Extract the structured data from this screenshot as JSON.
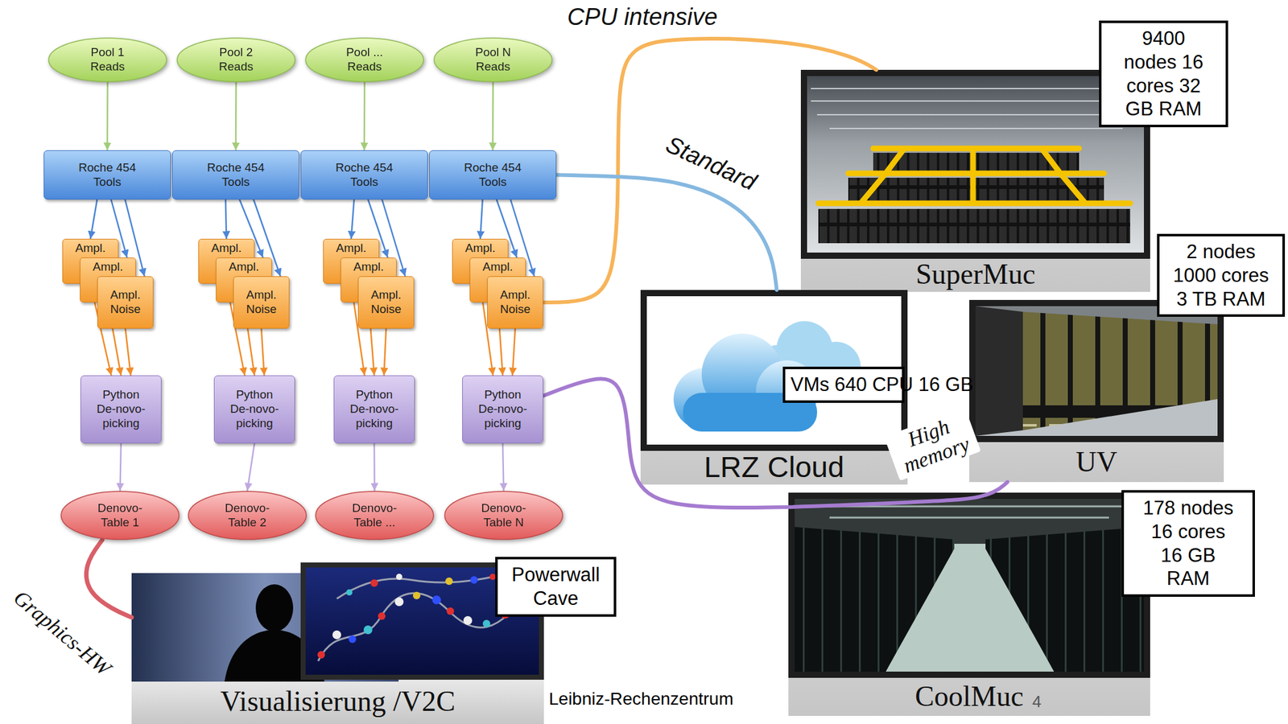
{
  "diagram": {
    "nodes": [
      {
        "text": [
          "Pool 1 Reads"
        ]
      },
      {
        "text": [
          "Pool 2 Reads"
        ]
      },
      {
        "text": [
          "Pool ... Reads"
        ]
      },
      {
        "text": [
          "Pool N Reads"
        ]
      },
      {
        "text": [
          "Roche 454 Tools"
        ]
      },
      {
        "text": [
          "Roche 454 Tools"
        ]
      },
      {
        "text": [
          "Roche 454 Tools"
        ]
      },
      {
        "text": [
          "Roche 454 Tools"
        ]
      },
      {
        "text": [
          "Ampl."
        ]
      },
      {
        "text": [
          "Ampl."
        ]
      },
      {
        "text": [
          "Ampl. Noise"
        ]
      },
      {
        "text": [
          "Ampl."
        ]
      },
      {
        "text": [
          "Ampl."
        ]
      },
      {
        "text": [
          "Ampl. Noise"
        ]
      },
      {
        "text": [
          "Ampl."
        ]
      },
      {
        "text": [
          "Ampl."
        ]
      },
      {
        "text": [
          "Ampl. Noise"
        ]
      },
      {
        "text": [
          "Ampl."
        ]
      },
      {
        "text": [
          "Ampl."
        ]
      },
      {
        "text": [
          "Ampl. Noise"
        ]
      },
      {
        "text": [
          "Python De-novo- picking"
        ]
      },
      {
        "text": [
          "Python De-novo- picking"
        ]
      },
      {
        "text": [
          "Python De-novo- picking"
        ]
      },
      {
        "text": [
          "Python De-novo- picking"
        ]
      },
      {
        "text": [
          "Denovo- Table 1"
        ]
      },
      {
        "text": [
          "Denovo- Table 2"
        ]
      },
      {
        "text": [
          "Denovo- Table ..."
        ]
      },
      {
        "text": [
          "Denovo- Table N"
        ]
      },
      {
        "text": [
          "SuperMuc"
        ]
      },
      {
        "text": [
          "9400 nodes 16 cores 32 GB RAM"
        ]
      },
      {
        "text": [
          "LRZ Cloud"
        ]
      },
      {
        "text": [
          "VMs 640 CPU 16 GB"
        ],
        "in": 30
      },
      {
        "text": [
          "UV"
        ]
      },
      {
        "text": [
          "2 nodes 1000 cores 3 TB RAM"
        ]
      },
      {
        "text": [
          "CoolMuc"
        ]
      },
      {
        "text": [
          "178 nodes 16 cores 16 GB RAM"
        ]
      },
      {
        "text": [
          "Visualisierung /V2C"
        ]
      },
      {
        "text": [
          "Powerwall Cave"
        ]
      }
    ],
    "edges": [
      {
        "from": 0,
        "to": 4,
        "arrow": "to"
      },
      {
        "from": 1,
        "to": 5,
        "arrow": "to"
      },
      {
        "from": 2,
        "to": 6,
        "arrow": "to"
      },
      {
        "from": 3,
        "to": 7,
        "arrow": "to"
      },
      {
        "from": 4,
        "to": 8,
        "arrow": "to"
      },
      {
        "from": 4,
        "to": 9,
        "arrow": "to"
      },
      {
        "from": 4,
        "to": 10,
        "arrow": "to"
      },
      {
        "from": 5,
        "to": 11,
        "arrow": "to"
      },
      {
        "from": 5,
        "to": 12,
        "arrow": "to"
      },
      {
        "from": 5,
        "to": 13,
        "arrow": "to"
      },
      {
        "from": 6,
        "to": 14,
        "arrow": "to"
      },
      {
        "from": 6,
        "to": 15,
        "arrow": "to"
      },
      {
        "from": 6,
        "to": 16,
        "arrow": "to"
      },
      {
        "from": 7,
        "to": 17,
        "arrow": "to"
      },
      {
        "from": 7,
        "to": 18,
        "arrow": "to"
      },
      {
        "from": 7,
        "to": 19,
        "arrow": "to"
      },
      {
        "from": 8,
        "to": 20,
        "arrow": "to"
      },
      {
        "from": 9,
        "to": 20,
        "arrow": "to"
      },
      {
        "from": 10,
        "to": 20,
        "arrow": "to"
      },
      {
        "from": 11,
        "to": 21,
        "arrow": "to"
      },
      {
        "from": 12,
        "to": 21,
        "arrow": "to"
      },
      {
        "from": 13,
        "to": 21,
        "arrow": "to"
      },
      {
        "from": 14,
        "to": 22,
        "arrow": "to"
      },
      {
        "from": 15,
        "to": 22,
        "arrow": "to"
      },
      {
        "from": 16,
        "to": 22,
        "arrow": "to"
      },
      {
        "from": 17,
        "to": 23,
        "arrow": "to"
      },
      {
        "from": 18,
        "to": 23,
        "arrow": "to"
      },
      {
        "from": 19,
        "to": 23,
        "arrow": "to"
      },
      {
        "from": 20,
        "to": 24,
        "arrow": "to"
      },
      {
        "from": 21,
        "to": 25,
        "arrow": "to"
      },
      {
        "from": 22,
        "to": 26,
        "arrow": "to"
      },
      {
        "from": 23,
        "to": 27,
        "arrow": "to"
      },
      {
        "from": 19,
        "to": 28,
        "label": "CPU intensive",
        "arrow": "none"
      },
      {
        "from": 7,
        "to": 30,
        "label": "Standard",
        "arrow": "none"
      },
      {
        "from": 23,
        "to": 32,
        "label": "High memory",
        "arrow": "none"
      },
      {
        "from": 24,
        "to": 36,
        "label": "Graphics-HW",
        "arrow": "none"
      }
    ],
    "labels": [
      "Leibniz-Rechenzentrum",
      "4"
    ]
  }
}
